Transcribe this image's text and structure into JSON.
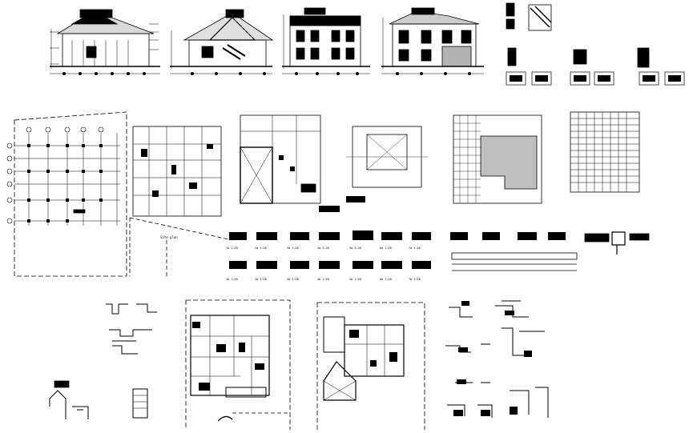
{
  "sheet": {
    "background": "#ffffff",
    "ink": "#000000",
    "site_plan_label": "Site plan"
  },
  "detail_captions": {
    "row_a": [
      "1a 1:20",
      "2a 1:20",
      "3a 1:20",
      "4a 1:20",
      "5a 1:20",
      "6a 1:20",
      "7a 1:20"
    ],
    "row_b": [
      "1b 1:20",
      "2b 1:20",
      "3b 1:20",
      "4b 1:20",
      "5b 1:20",
      "6b 1:20",
      "7b 1:20"
    ]
  }
}
